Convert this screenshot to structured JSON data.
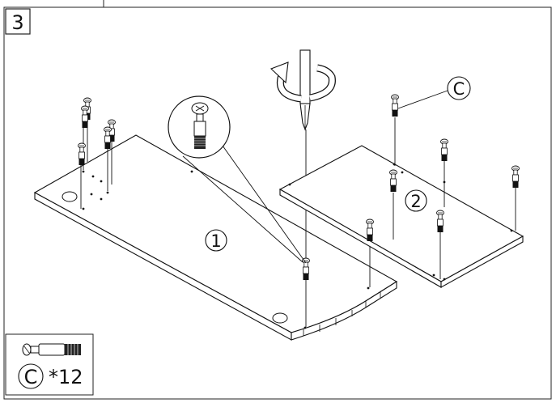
{
  "step": {
    "number": "3"
  },
  "parts": {
    "panel_1": "1",
    "panel_2": "2",
    "callout_c": "C"
  },
  "legend": {
    "letter": "C",
    "quantity": "*12",
    "icon": "cam-bolt-icon"
  },
  "tools": {
    "screwdriver_icon": "screwdriver-icon",
    "rotation_icon": "clockwise-arrow-icon"
  }
}
